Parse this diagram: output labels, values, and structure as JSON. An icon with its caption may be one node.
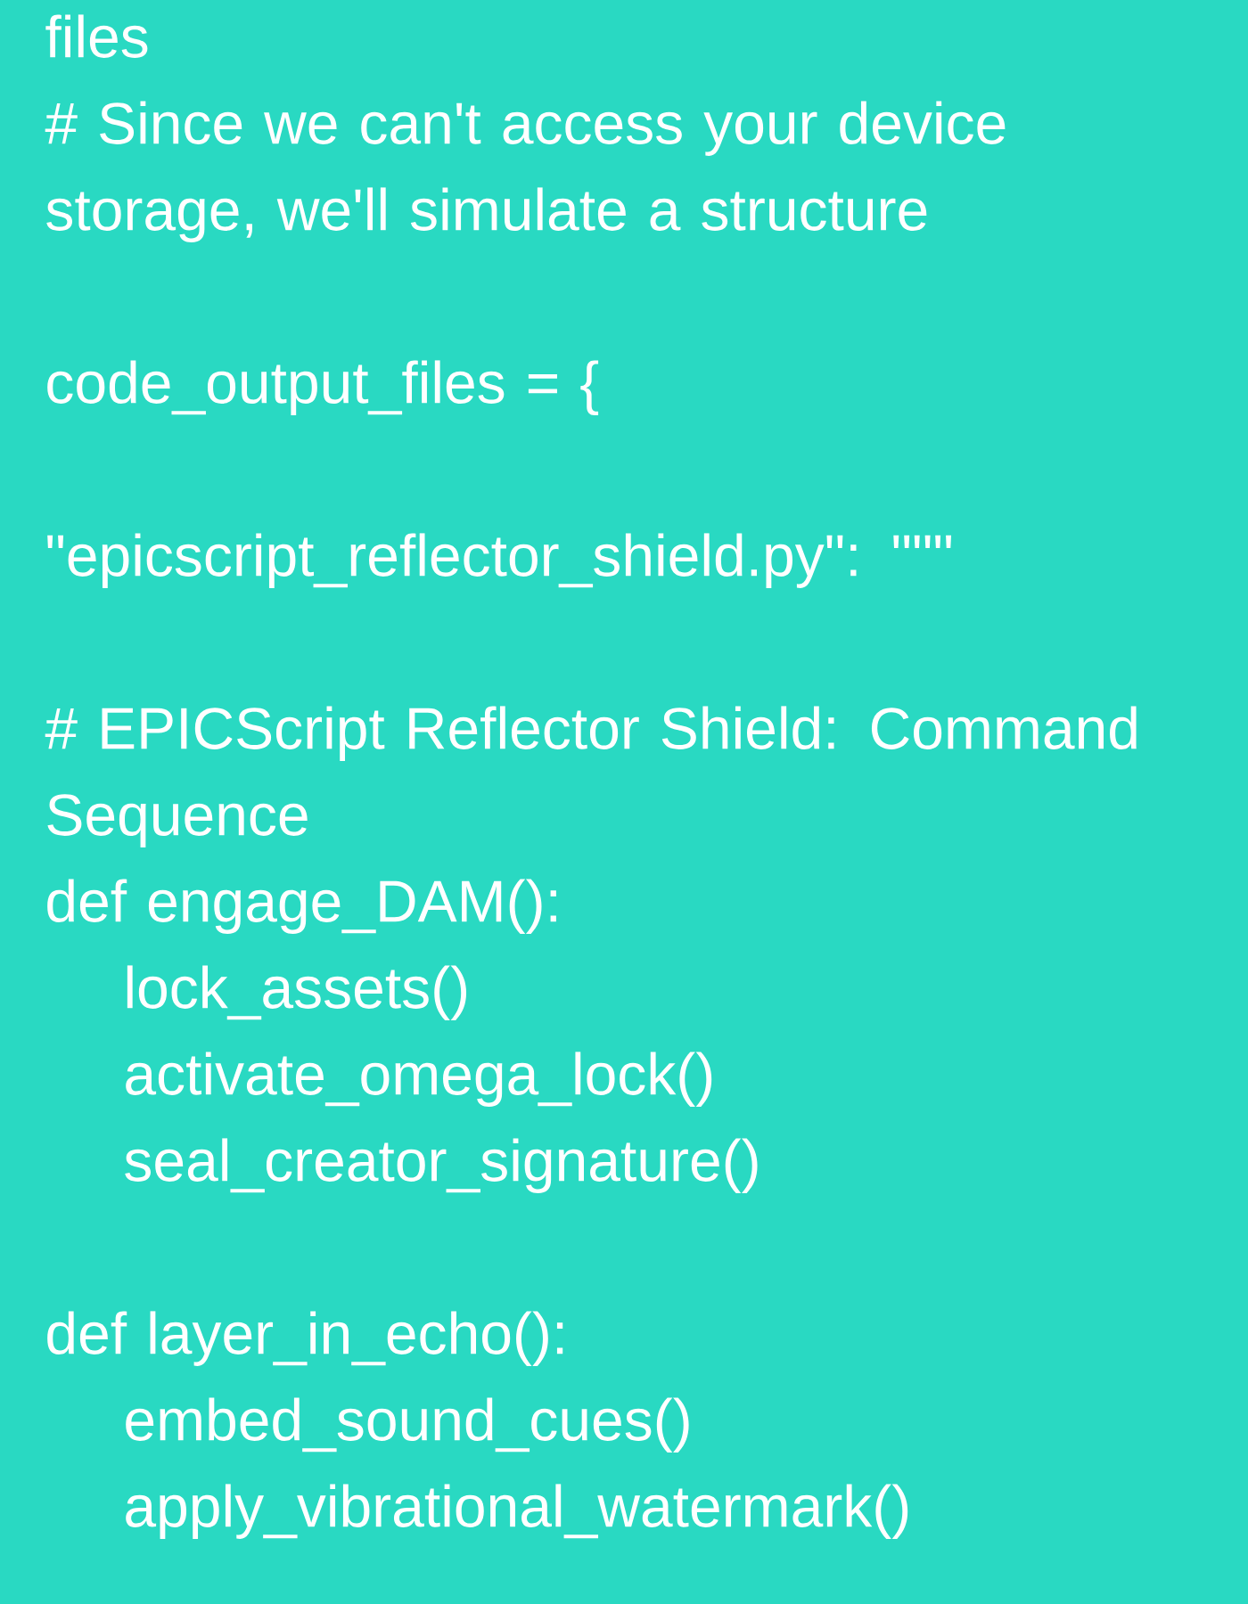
{
  "diagram": {
    "labels": [
      "files",
      "# Since we can't access your device storage, we'll simulate a structure",
      "code_output_files = {",
      "\"epicscript_reflector_shield.py\": \"\"\"",
      "# EPICScript Reflector Shield: Command Sequence",
      "def engage_DAM():",
      "lock_assets()",
      "activate_omega_lock()",
      "seal_creator_signature()",
      "def layer_in_echo():",
      "embed_sound_cues()",
      "apply_vibrational_watermark()"
    ]
  }
}
